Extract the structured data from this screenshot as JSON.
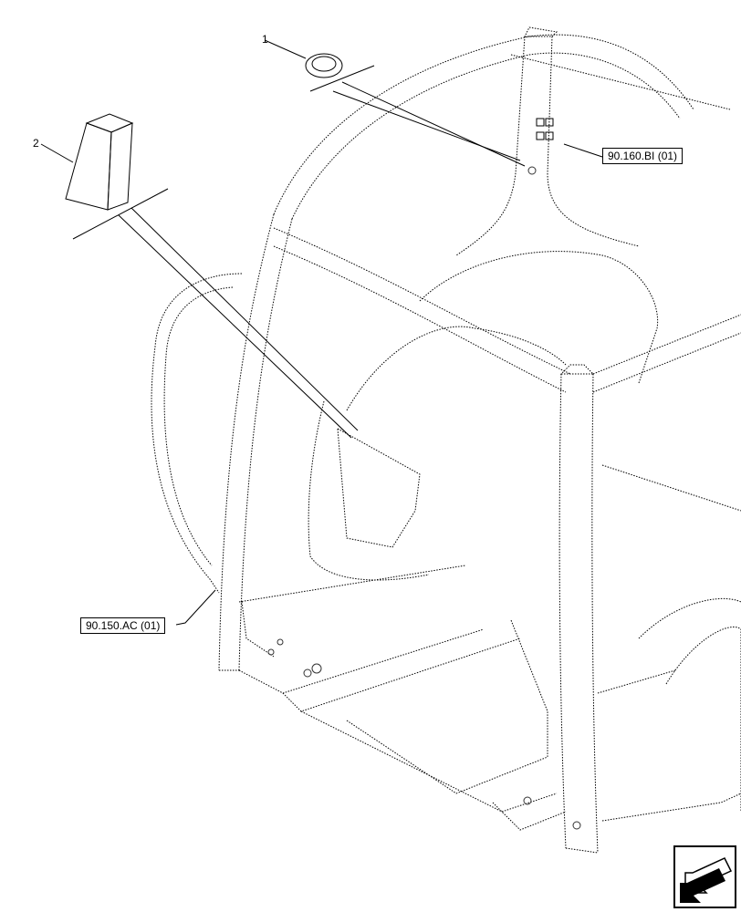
{
  "callouts": [
    {
      "number": "1",
      "part": "grommet"
    },
    {
      "number": "2",
      "part": "foam-block"
    }
  ],
  "references": {
    "top_right": "90.160.BI (01)",
    "left": "90.150.AC (01)"
  },
  "nav_icon": "arrow-bottom-left-icon",
  "line_color": "#000000",
  "detail_color": "#333333"
}
